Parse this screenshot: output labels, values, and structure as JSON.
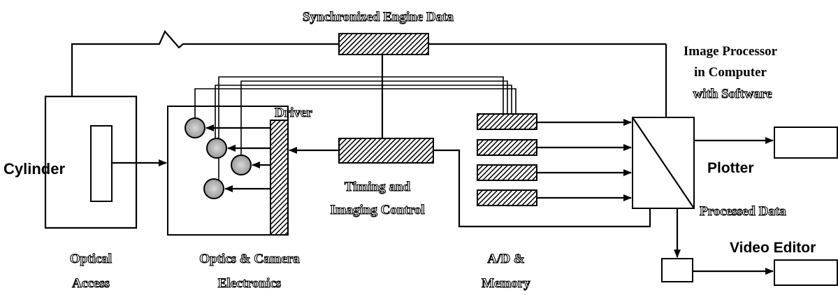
{
  "labels": {
    "engine_data": "Synchronized Engine Data",
    "image_processor_1": "Image Processor",
    "image_processor_2": "in Computer",
    "image_processor_3": "with Software",
    "driver": "Driver",
    "cylinder": "Cylinder",
    "timing_1": "Timing and",
    "timing_2": "Imaging Control",
    "plotter": "Plotter",
    "processed_data": "Processed Data",
    "video_editor": "Video Editor",
    "optical_1": "Optical",
    "optical_2": "Access",
    "optics_1": "Optics & Camera",
    "optics_2": "Electronics",
    "ad_1": "A/D &",
    "ad_2": "Memory"
  }
}
